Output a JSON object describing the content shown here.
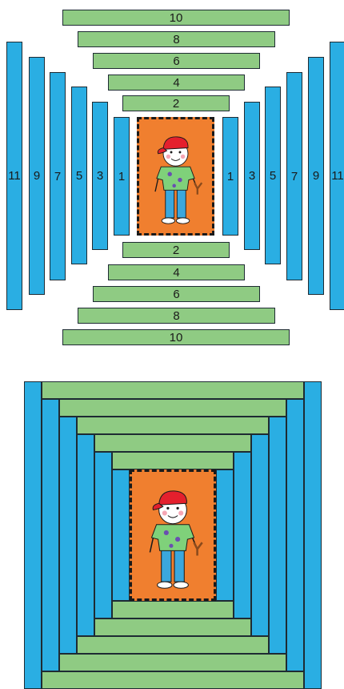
{
  "colors": {
    "green_strip": "#8fcb83",
    "blue_strip": "#2aaee3",
    "center_background": "#f07f2f",
    "outline": "#1e2b33"
  },
  "exploded_diagram": {
    "center_image": "boy-with-red-cap-and-slingshot",
    "green_top": [
      {
        "label": "10"
      },
      {
        "label": "8"
      },
      {
        "label": "6"
      },
      {
        "label": "4"
      },
      {
        "label": "2"
      }
    ],
    "green_bottom": [
      {
        "label": "2"
      },
      {
        "label": "4"
      },
      {
        "label": "6"
      },
      {
        "label": "8"
      },
      {
        "label": "10"
      }
    ],
    "blue_left": [
      {
        "label": "11"
      },
      {
        "label": "9"
      },
      {
        "label": "7"
      },
      {
        "label": "5"
      },
      {
        "label": "3"
      },
      {
        "label": "1"
      }
    ],
    "blue_right": [
      {
        "label": "1"
      },
      {
        "label": "3"
      },
      {
        "label": "5"
      },
      {
        "label": "7"
      },
      {
        "label": "9"
      },
      {
        "label": "11"
      }
    ]
  },
  "assembled_block": {
    "center_image": "boy-with-red-cap-and-slingshot"
  }
}
